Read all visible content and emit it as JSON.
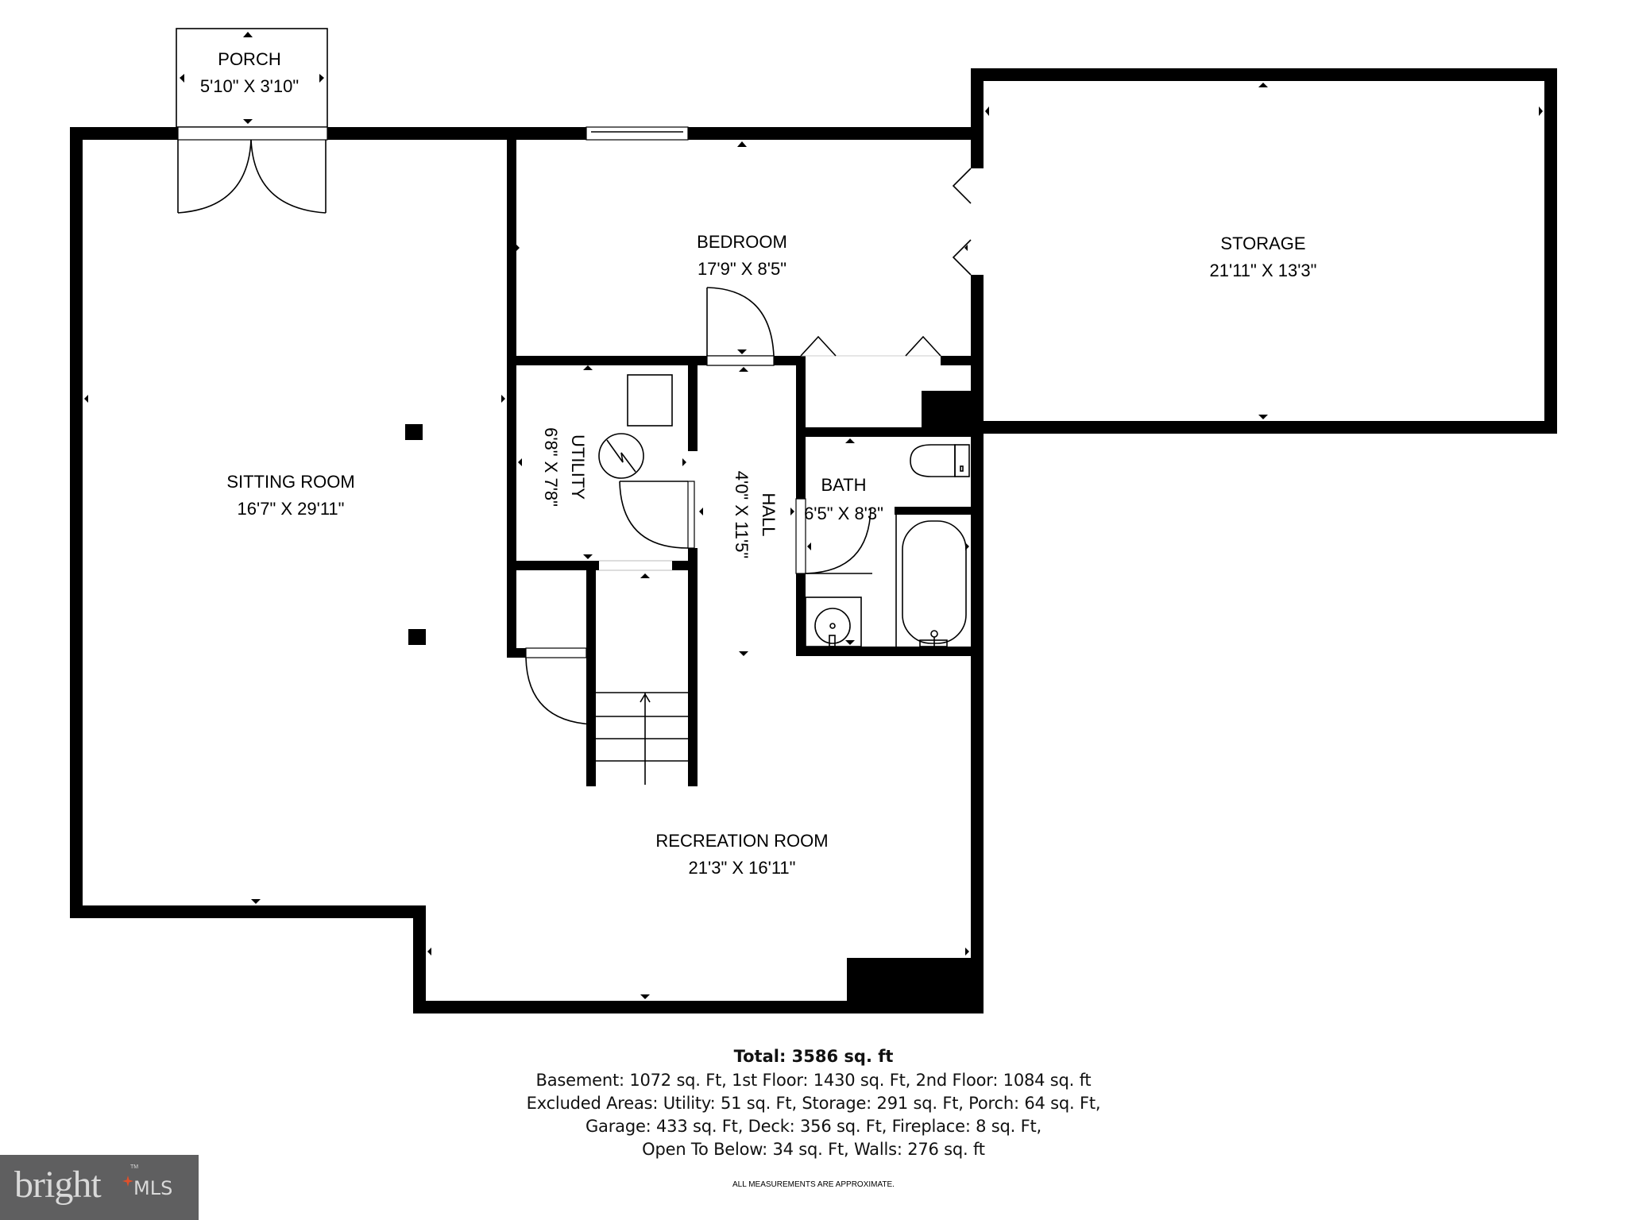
{
  "floor_plan": {
    "rooms": [
      {
        "id": "porch",
        "name": "PORCH",
        "dimensions": "5'10\" X 3'10\""
      },
      {
        "id": "bedroom",
        "name": "BEDROOM",
        "dimensions": "17'9\" X 8'5\""
      },
      {
        "id": "storage",
        "name": "STORAGE",
        "dimensions": "21'11\" X 13'3\""
      },
      {
        "id": "sitting_room",
        "name": "SITTING ROOM",
        "dimensions": "16'7\" X 29'11\""
      },
      {
        "id": "utility",
        "name": "UTILITY",
        "dimensions": "6'8\" X 7'8\""
      },
      {
        "id": "hall",
        "name": "HALL",
        "dimensions": "4'0\" X 11'5\""
      },
      {
        "id": "bath",
        "name": "BATH",
        "dimensions": "6'5\" X 8'3\""
      },
      {
        "id": "recreation_room",
        "name": "RECREATION ROOM",
        "dimensions": "21'3\" X 16'11\""
      }
    ],
    "fixtures": [
      "double-door-icon",
      "window-icon",
      "bifold-door-icon",
      "water-heater-icon",
      "furnace-icon",
      "toilet-icon",
      "bathtub-icon",
      "sink-icon",
      "stairs-icon",
      "column-icon"
    ]
  },
  "summary": {
    "total": "Total: 3586 sq. ft",
    "lines": [
      "Basement: 1072 sq. Ft, 1st Floor: 1430 sq. Ft, 2nd Floor: 1084 sq. ft",
      "Excluded Areas: Utility: 51 sq. Ft, Storage: 291 sq. Ft, Porch: 64 sq. Ft,",
      "Garage: 433 sq. Ft, Deck: 356 sq. Ft, Fireplace: 8 sq. Ft,",
      "Open To Below: 34 sq. Ft, Walls: 276 sq. ft"
    ],
    "disclaimer": "ALL MEASUREMENTS ARE APPROXIMATE."
  },
  "logo": {
    "brand": "bright",
    "suffix": "MLS",
    "trademark": "TM",
    "background": "#5f5f60",
    "accent": "#e0502a"
  }
}
